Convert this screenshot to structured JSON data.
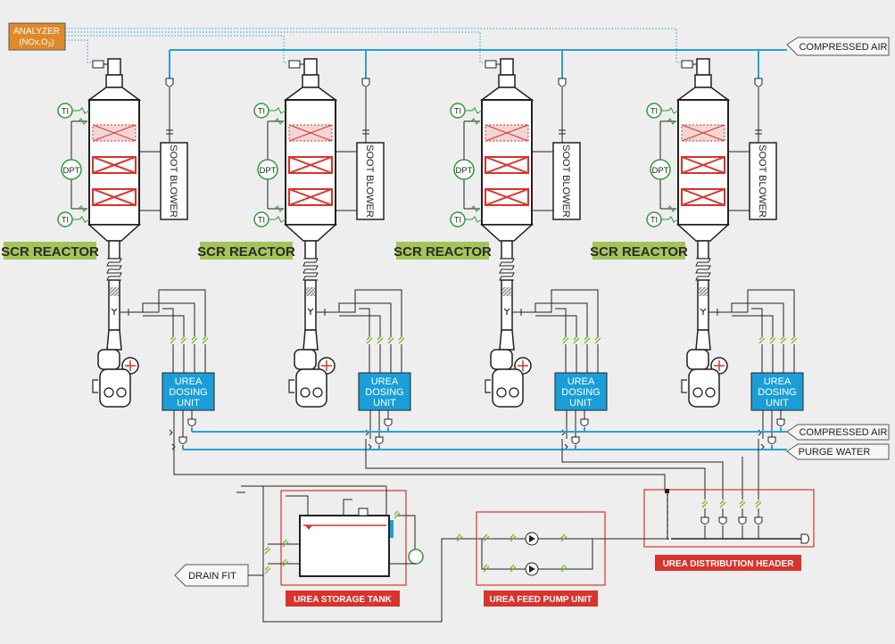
{
  "analyzer": {
    "line1": "ANALYZER",
    "line2": "(NOx,O",
    "line2_sub": "2",
    "line2_end": ")"
  },
  "compressed_air_top": "COMPRESSED AIR",
  "compressed_air_bottom": "COMPRESSED AIR",
  "purge_water": "PURGE WATER",
  "drain_fit": "DRAIN FIT",
  "reactor_label": "SCR REACTOR",
  "reactor_count": 4,
  "soot_blower": "SOOT BLOWER",
  "ti": "TI",
  "dpt": "DPT",
  "dosing": {
    "line1": "UREA",
    "line2": "DOSING",
    "line3": "UNIT"
  },
  "storage_tank": "UREA STORAGE TANK",
  "feed_pump": "UREA FEED PUMP UNIT",
  "distribution_header": "UREA DISTRIBUTION HEADER",
  "colors": {
    "air_line": "#2a9fd6",
    "dosing_box": "#1a9ed8",
    "scr_label_bg": "#a4c45a",
    "red_box": "#d9332b",
    "ti_circle": "#2e9a3a",
    "analyzer_bg": "#e0892b"
  }
}
